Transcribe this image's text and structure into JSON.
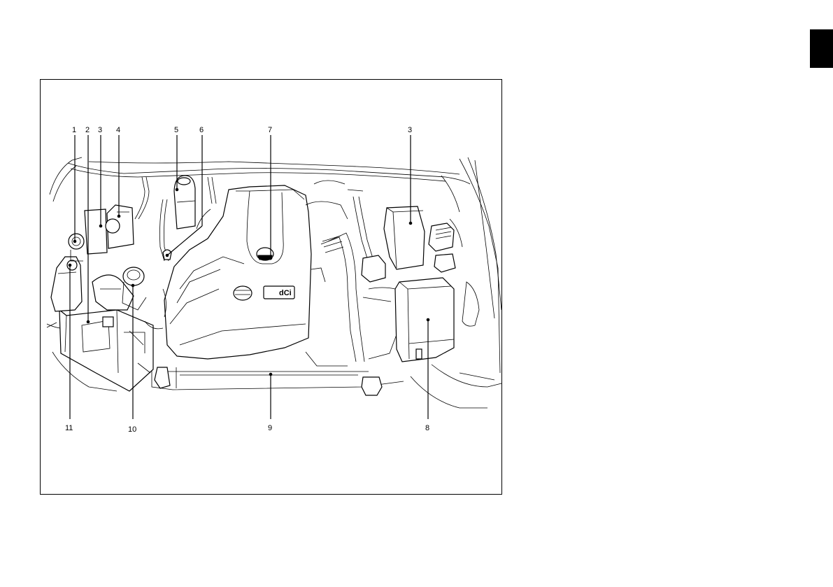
{
  "figure": {
    "illustration": "engine-compartment-line-drawing",
    "emblem_text": "dCi",
    "callouts": [
      {
        "id": "c1",
        "label": "1"
      },
      {
        "id": "c2",
        "label": "2"
      },
      {
        "id": "c3a",
        "label": "3"
      },
      {
        "id": "c4",
        "label": "4"
      },
      {
        "id": "c5",
        "label": "5"
      },
      {
        "id": "c6",
        "label": "6"
      },
      {
        "id": "c7",
        "label": "7"
      },
      {
        "id": "c3b",
        "label": "3"
      },
      {
        "id": "c8",
        "label": "8"
      },
      {
        "id": "c9",
        "label": "9"
      },
      {
        "id": "c10",
        "label": "10"
      },
      {
        "id": "c11",
        "label": "11"
      }
    ]
  },
  "colors": {
    "ink": "#000000",
    "paper": "#ffffff",
    "tab": "#000000"
  }
}
